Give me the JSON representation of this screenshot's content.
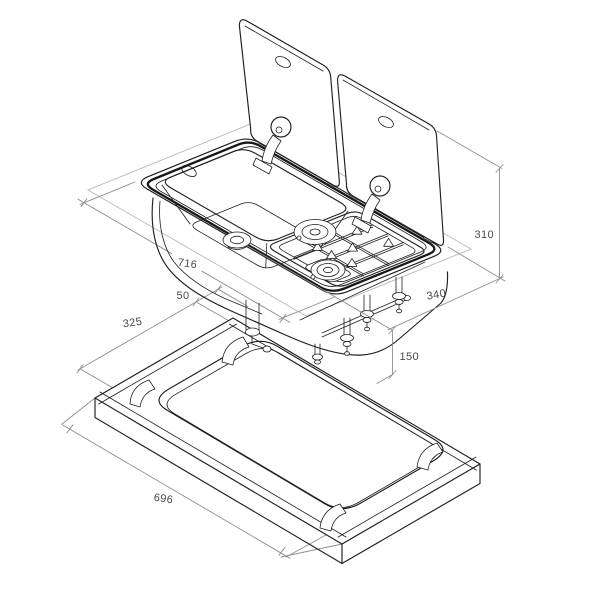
{
  "drawing": {
    "dims": {
      "unit_width": "716",
      "lid_height": "310",
      "unit_depth": "340",
      "under_counter_depth": "150",
      "edge_offset": "50",
      "cutout_depth": "325",
      "cutout_width": "696"
    },
    "colors": {
      "line": "#1f1f1f",
      "dim_line": "#8f8f8f",
      "text": "#4a4a4a",
      "bg": "#ffffff"
    }
  }
}
